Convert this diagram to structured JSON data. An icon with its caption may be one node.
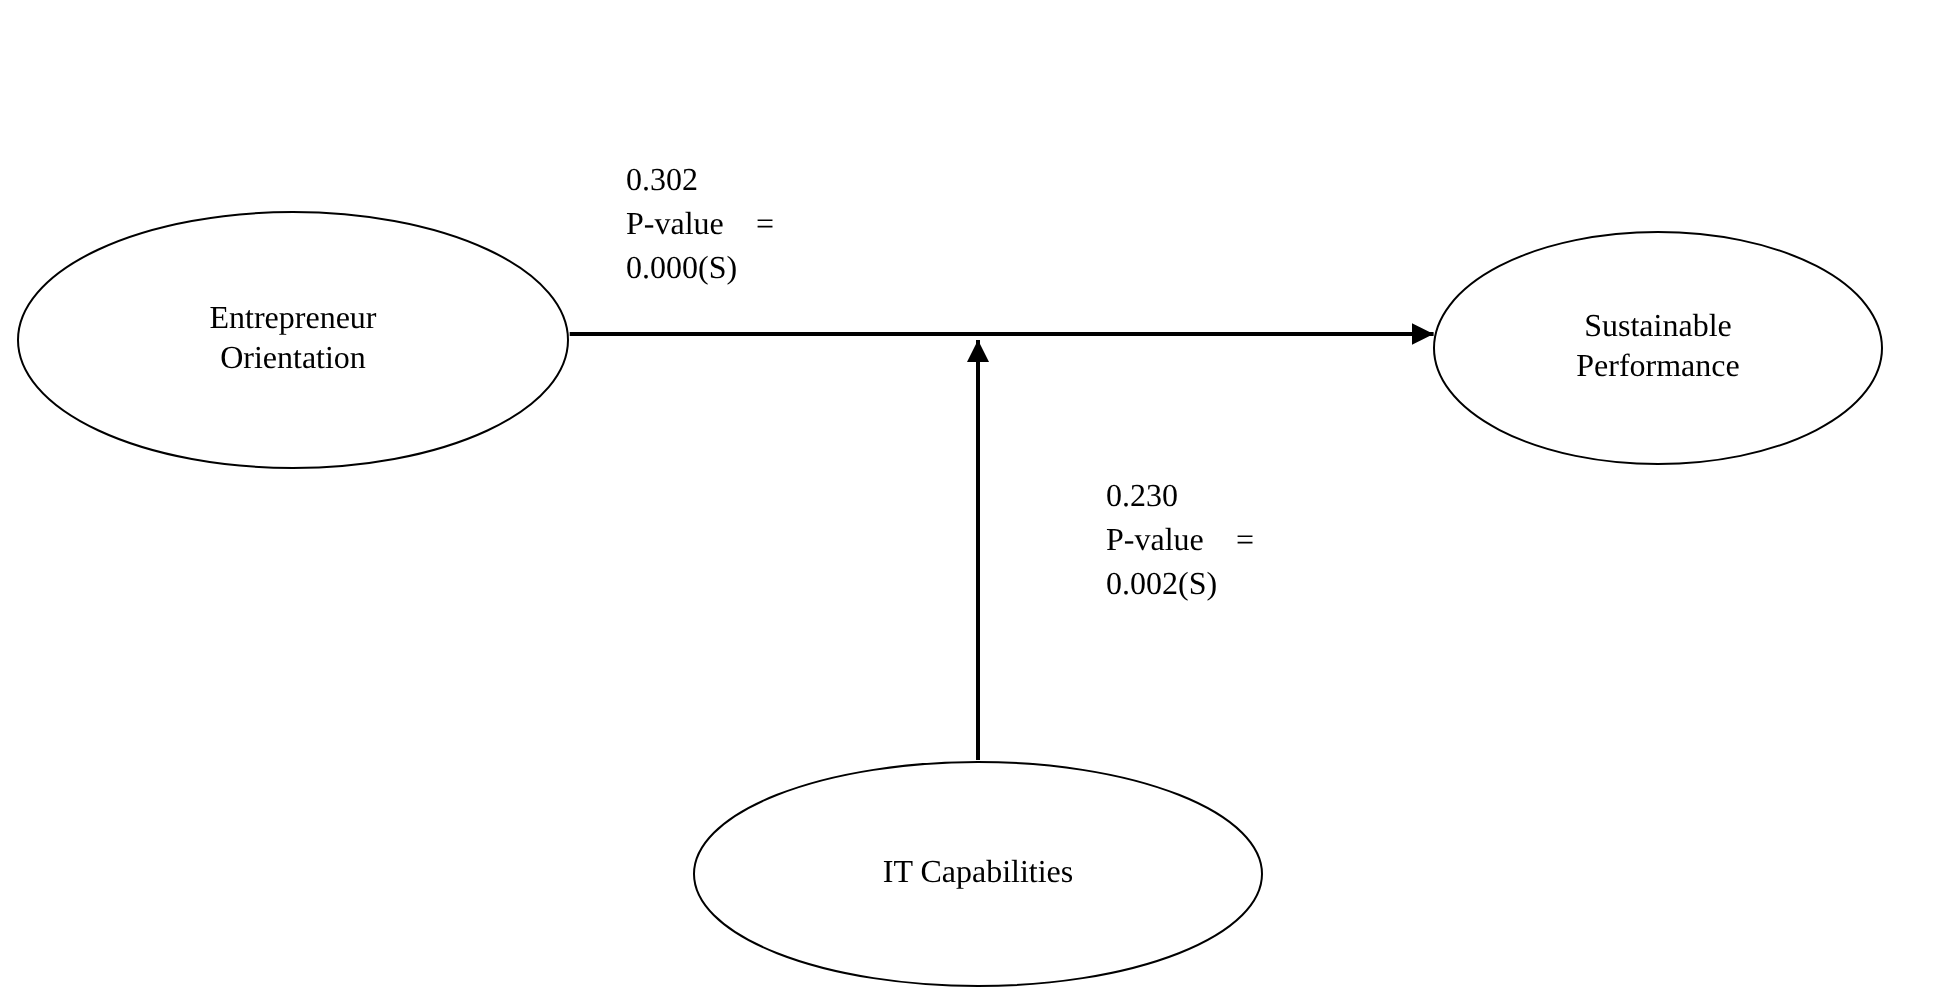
{
  "diagram": {
    "nodes": [
      {
        "text": [
          "Entrepreneur Orientation"
        ]
      },
      {
        "text": [
          "Sustainable Performance"
        ]
      },
      {
        "text": [
          "IT Capabilities"
        ]
      }
    ],
    "edges": [
      {
        "from": 0,
        "to": 1,
        "arrow": "to",
        "label": "0.302 P-value = 0.000(S)"
      },
      {
        "from": 2,
        "to": null,
        "arrow": "to",
        "label": "0.230 P-value = 0.002(S)"
      }
    ]
  }
}
